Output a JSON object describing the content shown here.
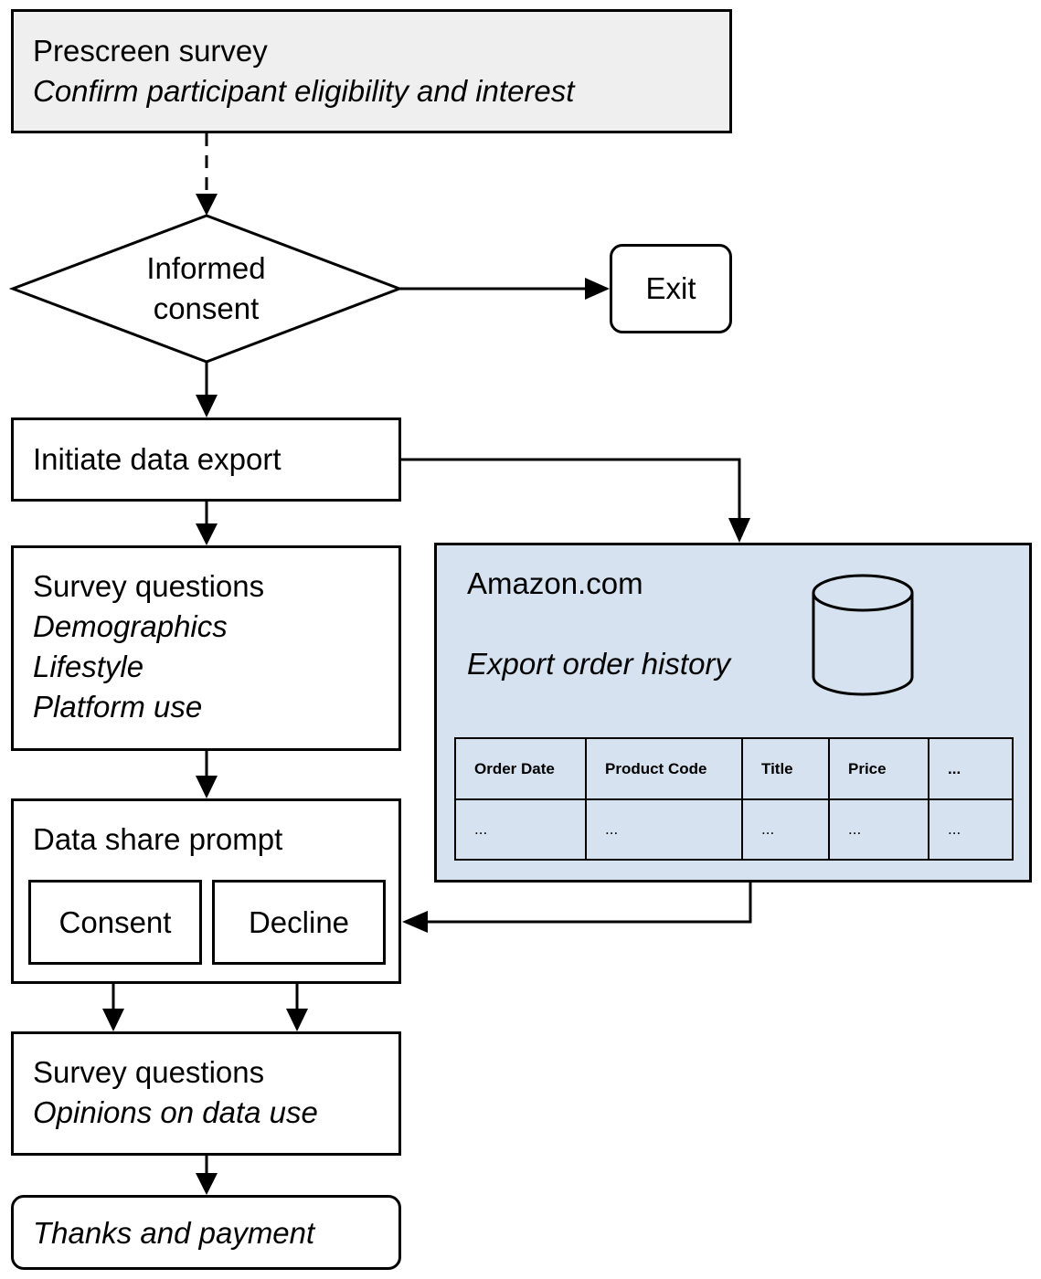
{
  "prescreen": {
    "title": "Prescreen survey",
    "subtitle": "Confirm participant eligibility and interest"
  },
  "consent_decision": {
    "line1": "Informed",
    "line2": "consent"
  },
  "exit": {
    "label": "Exit"
  },
  "initiate": {
    "label": "Initiate data export"
  },
  "survey1": {
    "title": "Survey questions",
    "items": [
      "Demographics",
      "Lifestyle",
      "Platform use"
    ]
  },
  "amazon": {
    "title": "Amazon.com",
    "subtitle": "Export order history",
    "table": {
      "headers": [
        "Order Date",
        "Product Code",
        "Title",
        "Price",
        "..."
      ],
      "row": [
        "...",
        "...",
        "...",
        "...",
        "..."
      ]
    }
  },
  "share": {
    "title": "Data share prompt",
    "consent": "Consent",
    "decline": "Decline"
  },
  "survey2": {
    "title": "Survey questions",
    "subtitle": "Opinions on data use"
  },
  "thanks": {
    "label": "Thanks and payment"
  },
  "colors": {
    "prescreen_fill": "#efefef",
    "amazon_fill": "#d6e2f0",
    "stroke": "#000000"
  }
}
